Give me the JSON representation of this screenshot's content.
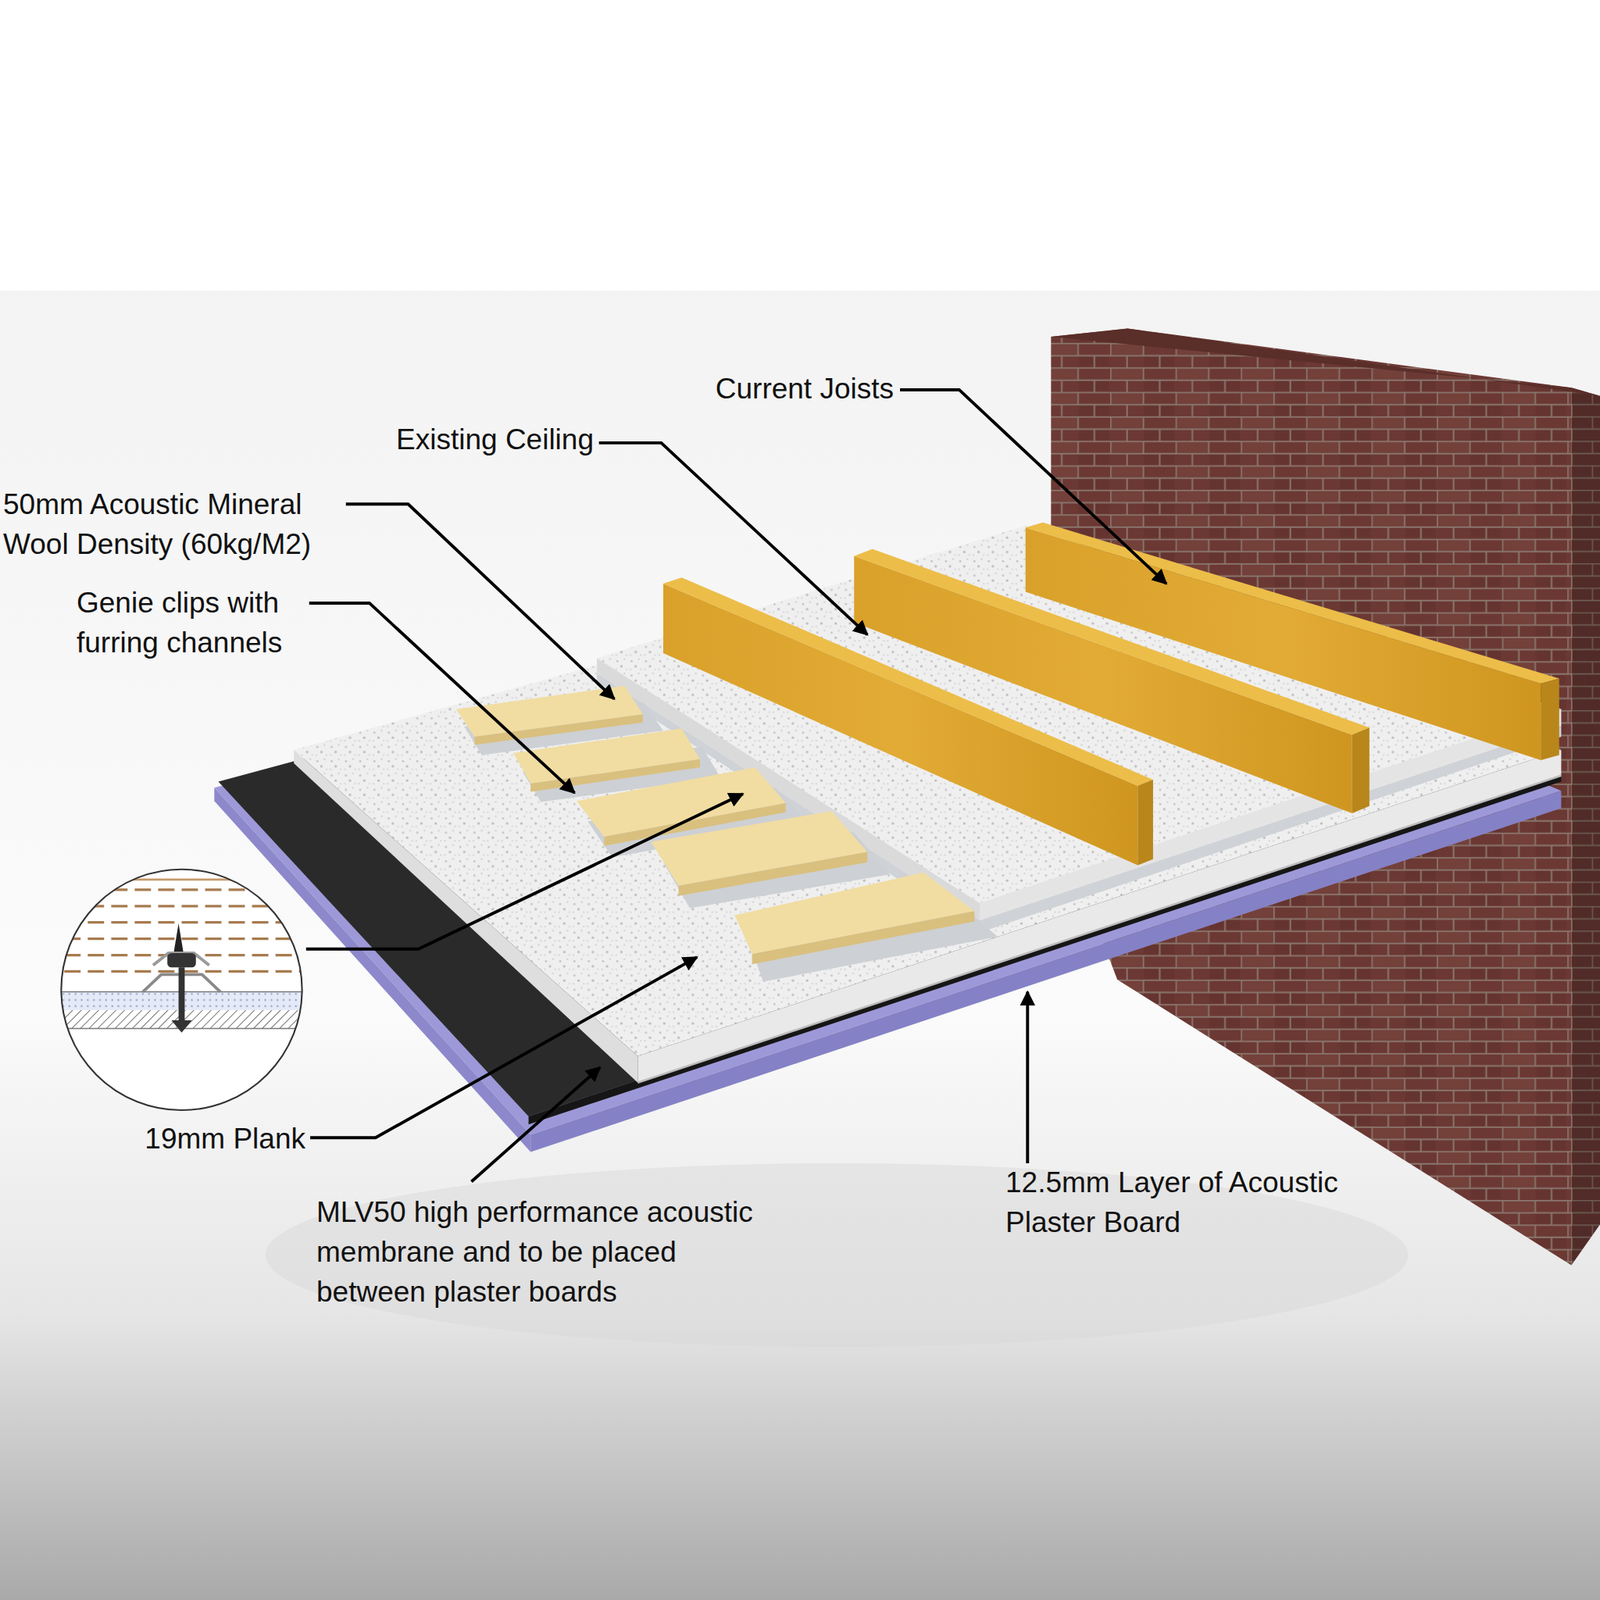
{
  "diagram": {
    "labels": [
      "Current Joists",
      "Existing Ceiling",
      "50mm Acoustic Mineral Wool Density (60kg/M2)",
      "Genie clips with furring channels",
      "19mm Plank",
      "MLV50 high performance acoustic membrane and to be placed between plaster boards",
      "12.5mm Layer of Acoustic Plaster Board"
    ]
  }
}
